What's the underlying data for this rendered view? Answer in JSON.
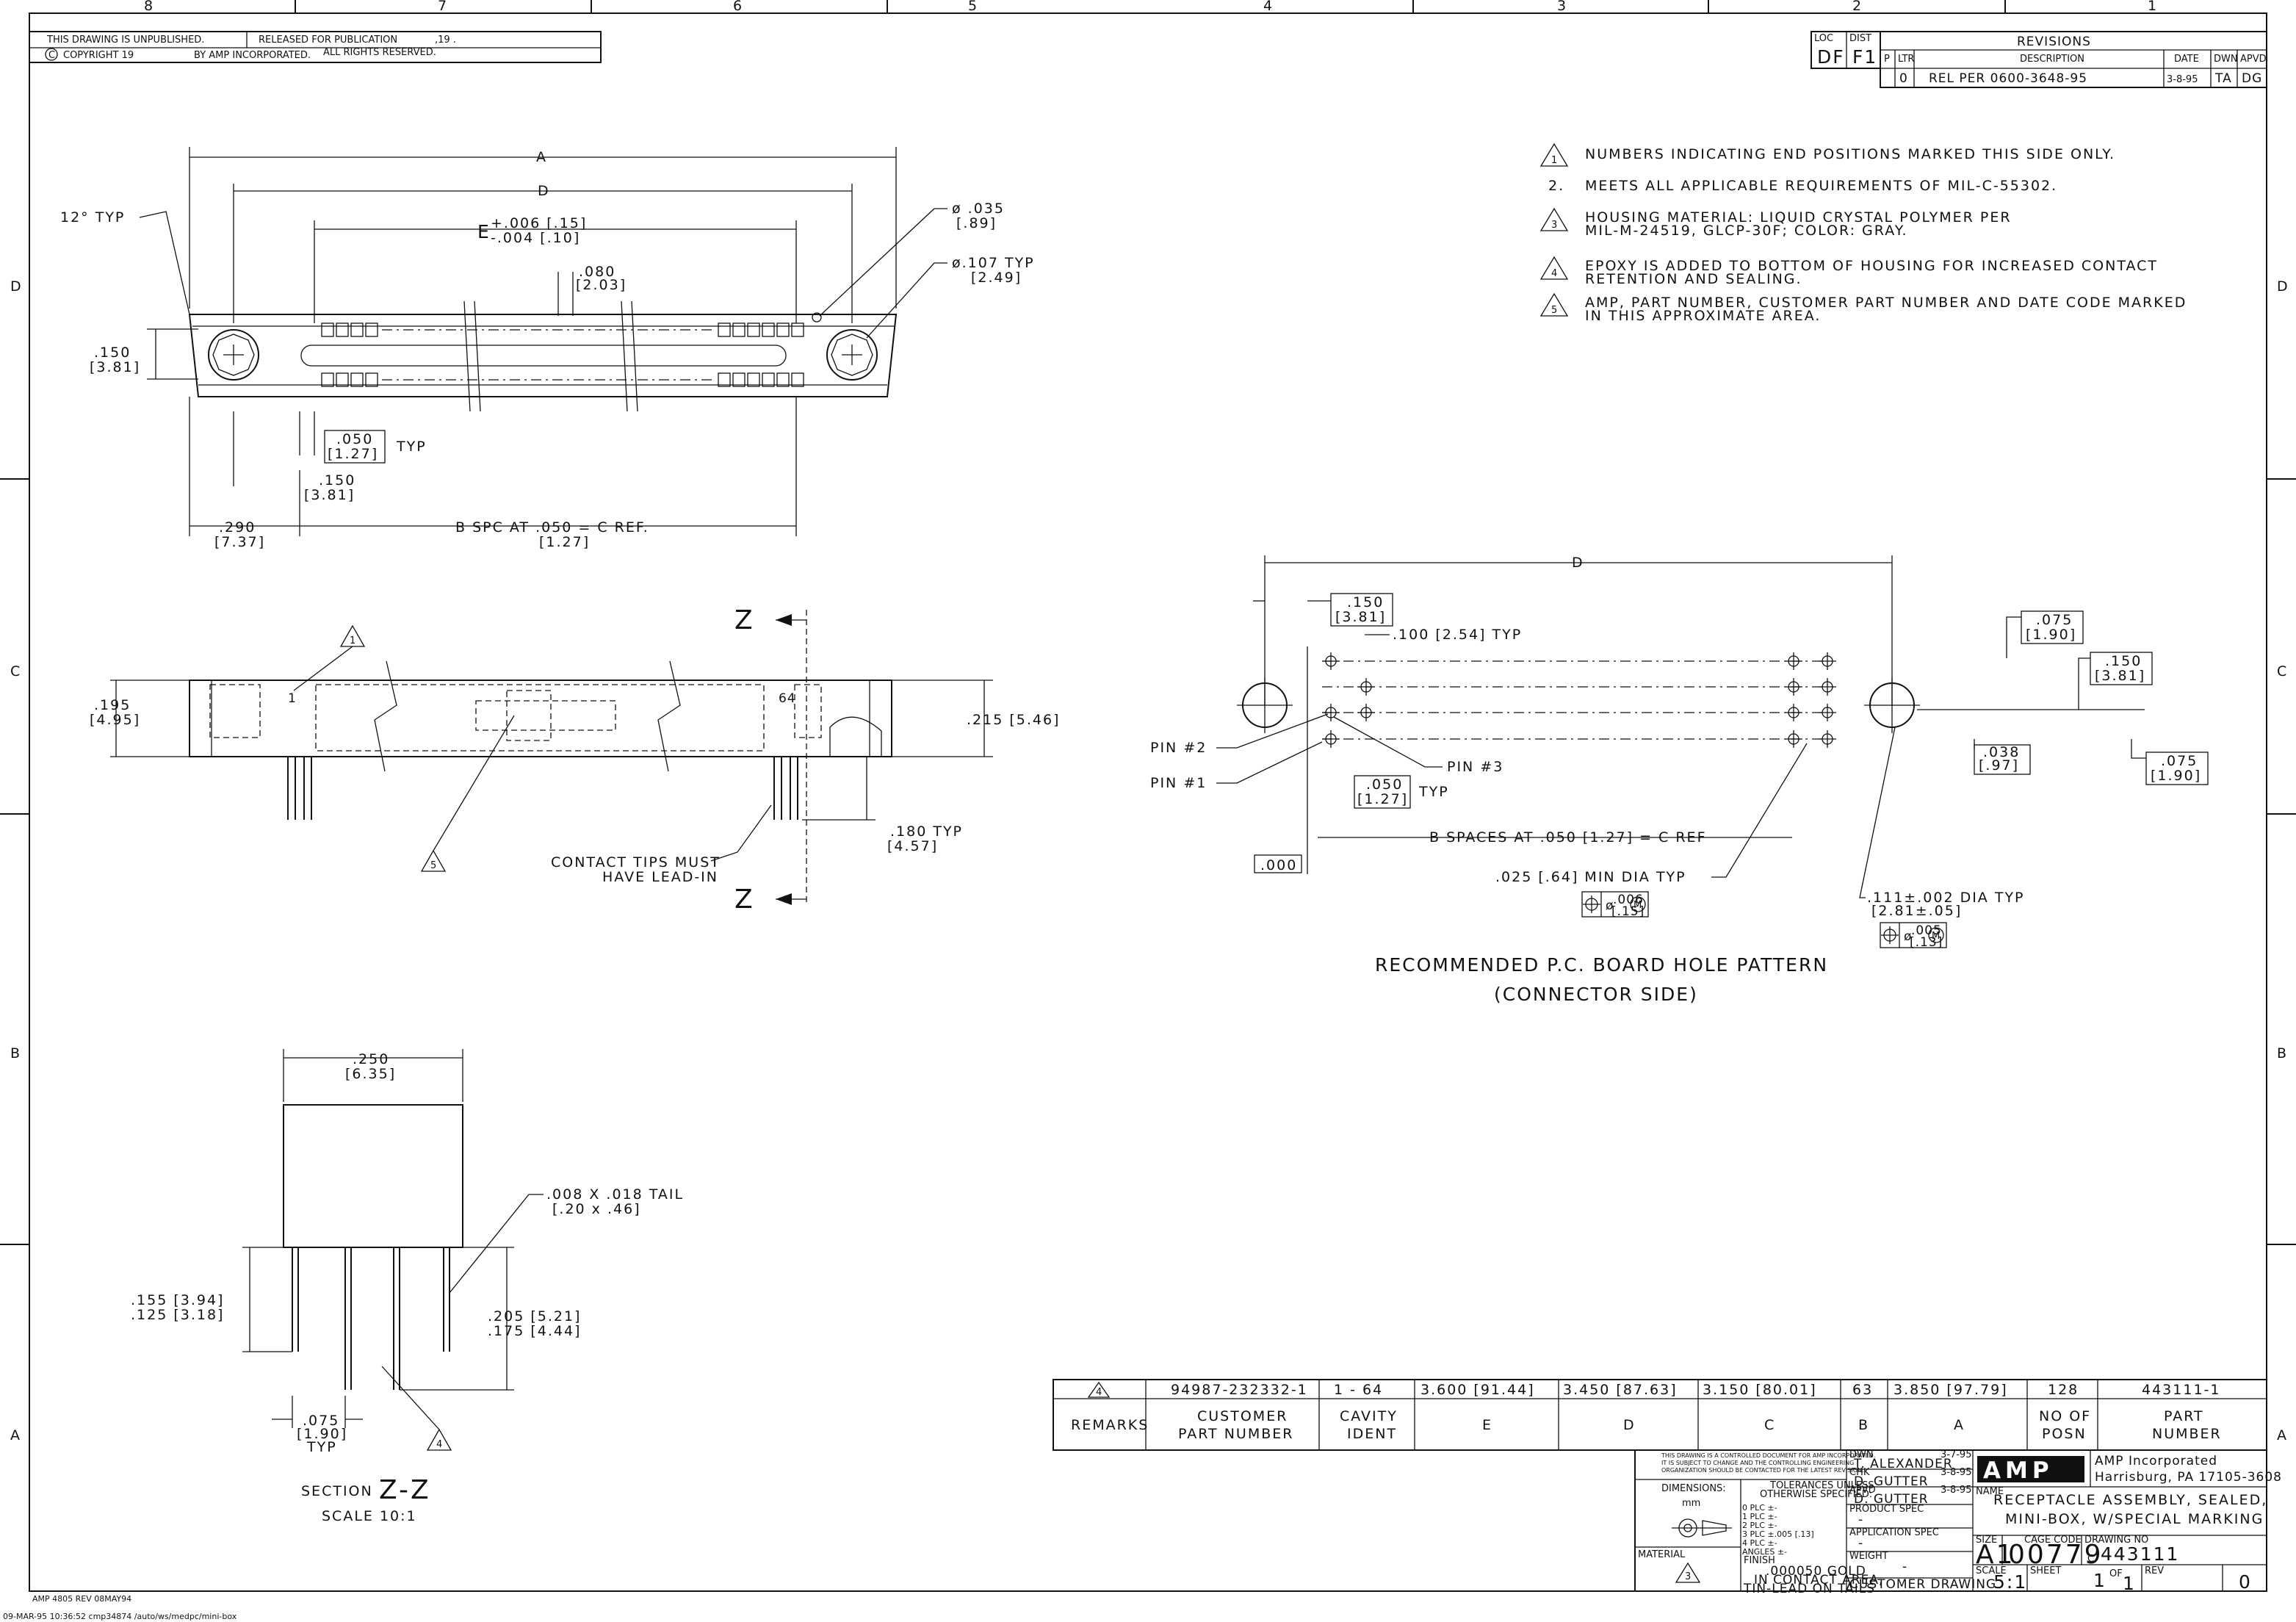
{
  "zones_top": [
    "8",
    "7",
    "6",
    "5",
    "4",
    "3",
    "2",
    "1"
  ],
  "zones_side": [
    "D",
    "C",
    "B",
    "A"
  ],
  "header_left": {
    "unpublished": "THIS DRAWING IS UNPUBLISHED.",
    "released": "RELEASED FOR PUBLICATION",
    "year_field": ",19  .",
    "copyright": "COPYRIGHT 19",
    "copyright_mark": "C",
    "by_amp": "BY AMP INCORPORATED.",
    "rights": "ALL RIGHTS RESERVED."
  },
  "loc_dist": {
    "loc_label": "LOC",
    "loc": "DF",
    "dist_label": "DIST",
    "dist": "F1"
  },
  "revisions": {
    "title": "REVISIONS",
    "headers": {
      "p": "P",
      "ltr": "LTR",
      "desc": "DESCRIPTION",
      "date": "DATE",
      "dwn": "DWN",
      "apvd": "APVD"
    },
    "row": {
      "ltr": "0",
      "desc": "REL PER 0600-3648-95",
      "date": "3-8-95",
      "dwn": "TA",
      "apvd": "DG"
    }
  },
  "notes": [
    {
      "num": "1",
      "flag": true,
      "text": "NUMBERS INDICATING END POSITIONS MARKED THIS SIDE ONLY."
    },
    {
      "num": "2.",
      "flag": false,
      "text": "MEETS ALL APPLICABLE REQUIREMENTS OF MIL-C-55302."
    },
    {
      "num": "3",
      "flag": true,
      "text": "HOUSING MATERIAL: LIQUID CRYSTAL POLYMER PER",
      "text2": "MIL-M-24519, GLCP-30F; COLOR: GRAY."
    },
    {
      "num": "4",
      "flag": true,
      "text": "EPOXY IS ADDED TO BOTTOM OF HOUSING FOR INCREASED CONTACT",
      "text2": "RETENTION AND SEALING."
    },
    {
      "num": "5",
      "flag": true,
      "text": "AMP, PART NUMBER, CUSTOMER PART NUMBER AND DATE CODE MARKED",
      "text2": "IN THIS APPROXIMATE AREA."
    }
  ],
  "top_view": {
    "dim_a": "A",
    "dim_d": "D",
    "dim_e": "E",
    "tol_plus": "+.006 [.15]",
    "tol_minus": "-.004 [.10]",
    "typ_angle": "12° TYP",
    "pitch_in": ".080",
    "pitch_mm": "[2.03]",
    "hole_small": "ø .035",
    "hole_small_mm": "[.89]",
    "hole_large": "ø.107 TYP",
    "hole_large_mm": "[2.49]",
    "h_in": ".150",
    "h_mm": "[3.81]",
    "pitch2_in": ".050",
    "pitch2_mm": "[1.27]",
    "typ": "TYP",
    "off_in": ".150",
    "off_mm": "[3.81]",
    "end_in": ".290",
    "end_mm": "[7.37]",
    "bspc": "B SPC AT .050 = C REF.",
    "bspc_mm": "[1.27]"
  },
  "side_view": {
    "h_in": ".195",
    "h_mm": "[4.95]",
    "pos_first": "1",
    "pos_last": "64",
    "height": ".215 [5.46]",
    "tip_in": ".180 TYP",
    "tip_mm": "[4.57]",
    "note": "CONTACT TIPS MUST",
    "note2": "HAVE LEAD-IN",
    "section_mark": "Z",
    "flag1": "1",
    "flag5": "5"
  },
  "section": {
    "w_in": ".250",
    "w_mm": "[6.35]",
    "tail": ".008 X .018 TAIL",
    "tail_mm": "[.20 x .46]",
    "l1": ".155 [3.94]",
    "l2": ".125 [3.18]",
    "r1": ".205 [5.21]",
    "r2": ".175 [4.44]",
    "p_in": ".075",
    "p_mm": "[1.90]",
    "typ": "TYP",
    "flag": "4",
    "title_word": "SECTION",
    "title_mark": "Z-Z",
    "scale": "SCALE 10:1"
  },
  "pcb": {
    "dim_d": "D",
    "b1_in": ".150",
    "b1_mm": "[3.81]",
    "pitch": ".100 [2.54] TYP",
    "pin2": "PIN #2",
    "pin1": "PIN #1",
    "pin3": "PIN #3",
    "p2_in": ".050",
    "p2_mm": "[1.27]",
    "typ": "TYP",
    "bspaces": "B SPACES AT .050 [1.27] = C REF",
    "zero": ".000",
    "min_dia": ".025 [.64] MIN DIA TYP",
    "fcf1_top": ".006",
    "fcf1_bot": "[.15]",
    "dia": ".111±.002 DIA TYP",
    "dia_mm": "[2.81±.05]",
    "fcf2_top": ".005",
    "fcf2_bot": "[.13]",
    "r1_in": ".075",
    "r1_mm": "[1.90]",
    "r2_in": ".150",
    "r2_mm": "[3.81]",
    "r3_in": ".038",
    "r3_mm": "[.97]",
    "r4_in": ".075",
    "r4_mm": "[1.90]",
    "m": "M",
    "title": "RECOMMENDED P.C. BOARD HOLE PATTERN",
    "subtitle": "(CONNECTOR SIDE)"
  },
  "table": {
    "row1": [
      "4",
      "94987-232332-1",
      "1 - 64",
      "3.600 [91.44]",
      "3.450 [87.63]",
      "3.150 [80.01]",
      "63",
      "3.850 [97.79]",
      "128",
      "443111-1"
    ],
    "row2": [
      "REMARKS",
      "CUSTOMER",
      "CAVITY",
      "E",
      "D",
      "C",
      "B",
      "A",
      "NO OF",
      "PART"
    ],
    "row2b": [
      "",
      "PART NUMBER",
      "IDENT",
      "",
      "",
      "",
      "",
      "",
      "POSN",
      "NUMBER"
    ]
  },
  "title_block": {
    "ctrl1": "THIS DRAWING IS A CONTROLLED DOCUMENT FOR AMP INCORPORATED.",
    "ctrl2": "IT IS SUBJECT TO CHANGE AND THE CONTROLLING ENGINEERING",
    "ctrl3": "ORGANIZATION SHOULD BE CONTACTED FOR THE LATEST REVISION.",
    "dimensions": "DIMENSIONS:",
    "dim_val": "mm",
    "tol1": "TOLERANCES UNLESS",
    "tol2": "OTHERWISE SPECIFIED:",
    "plc": [
      "0 PLC    ±-",
      "1 PLC    ±-",
      "2 PLC    ±-",
      "3 PLC    ±.005 [.13]",
      "4 PLC    ±-",
      "ANGLES       ±-"
    ],
    "finish_lbl": "FINISH",
    "finish1": ".000050 GOLD",
    "finish2": "IN CONTACT AREA,",
    "finish3": "TIN-LEAD ON TAILS",
    "material": "MATERIAL",
    "mat_flag": "3",
    "dwn_lbl": "DWN",
    "dwn": "T. ALEXANDER",
    "dwn_date": "3-7-95",
    "chk_lbl": "CHK",
    "chk": "D. GUTTER",
    "chk_date": "3-8-95",
    "apvd_lbl": "APVD",
    "apvd": "D. GUTTER",
    "apvd_date": "3-8-95",
    "prod_spec": "PRODUCT SPEC",
    "app_spec": "APPLICATION SPEC",
    "weight": "WEIGHT",
    "dash": "-",
    "customer_drawing": "CUSTOMER DRAWING",
    "company_logo": "AMP",
    "company1": "AMP Incorporated",
    "company2": "Harrisburg, PA 17105-3608",
    "name_lbl": "NAME",
    "name1": "RECEPTACLE ASSEMBLY, SEALED,",
    "name2": "MINI-BOX, W/SPECIAL MARKING",
    "size_lbl": "SIZE",
    "size": "A1",
    "cage_lbl": "CAGE CODE",
    "cage": "00779",
    "dwgno_lbl": "DRAWING NO",
    "dwgno": "443111",
    "scale_lbl": "SCALE",
    "scale": "5:1",
    "sheet_lbl": "SHEET",
    "sheet": "1",
    "of": "OF",
    "sheets": "1",
    "rev_lbl": "REV",
    "rev": "0"
  },
  "footer": {
    "form": "AMP 4805 REV 08MAY94",
    "plot": "09-MAR-95    10:36:52   cmp34874   /auto/ws/medpc/mini-box"
  }
}
